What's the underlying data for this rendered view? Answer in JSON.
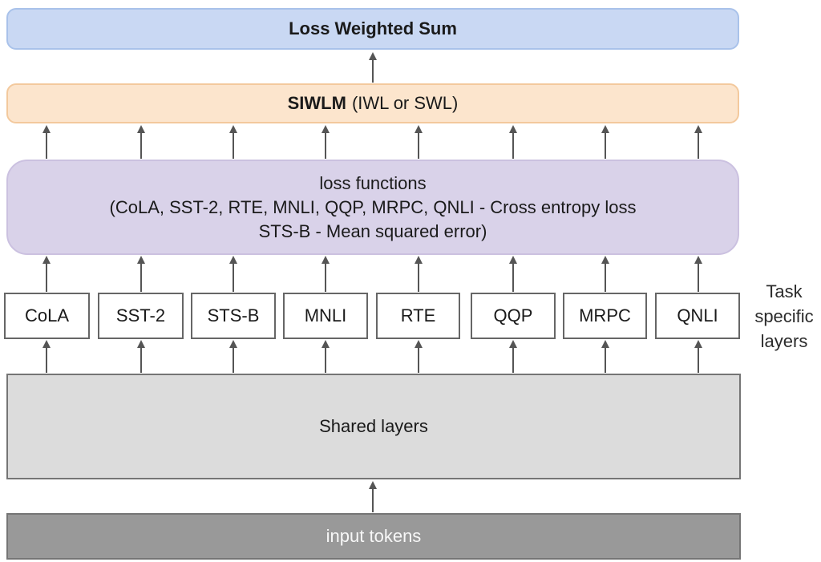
{
  "colors": {
    "loss_weighted_sum_fill": "#c9d8f3",
    "loss_weighted_sum_border": "#a9c2ea",
    "siwlm_fill": "#fce5cd",
    "siwlm_border": "#f3c99d",
    "loss_functions_fill": "#d9d2e9",
    "loss_functions_border": "#cbc1e0",
    "task_box_fill": "#ffffff",
    "task_box_border": "#666666",
    "shared_layers_fill": "#dcdcdc",
    "input_tokens_fill": "#999999",
    "input_tokens_text": "#f7f7f7",
    "arrow": "#555555"
  },
  "diagram": {
    "loss_weighted_sum": {
      "label": "Loss Weighted Sum"
    },
    "siwlm": {
      "label_bold": "SIWLM",
      "label_rest": "(IWL or SWL)"
    },
    "loss_functions": {
      "line1": "loss functions",
      "line2": "(CoLA, SST-2, RTE, MNLI, QQP, MRPC, QNLI - Cross entropy loss",
      "line3": "STS-B - Mean squared error)"
    },
    "task_layers": {
      "side_label": "Task specific layers",
      "items": [
        {
          "label": "CoLA"
        },
        {
          "label": "SST-2"
        },
        {
          "label": "STS-B"
        },
        {
          "label": "MNLI"
        },
        {
          "label": "RTE"
        },
        {
          "label": "QQP"
        },
        {
          "label": "MRPC"
        },
        {
          "label": "QNLI"
        }
      ]
    },
    "shared_layers": {
      "label": "Shared layers"
    },
    "input_tokens": {
      "label": "input tokens"
    }
  }
}
